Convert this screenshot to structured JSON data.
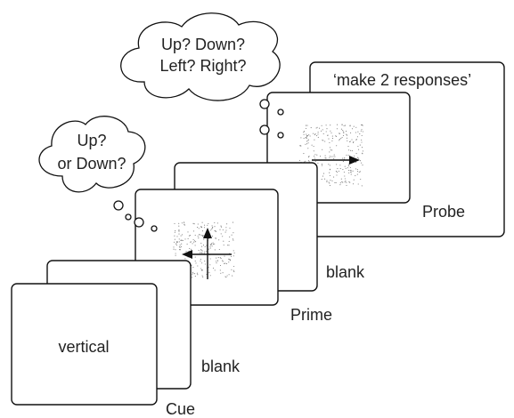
{
  "frames": {
    "cue": {
      "text": "vertical",
      "caption": "Cue"
    },
    "blank1": {
      "caption": "blank"
    },
    "prime": {
      "caption": "Prime"
    },
    "blank2": {
      "caption": "blank"
    },
    "probe": {
      "caption": "Probe"
    },
    "probe_back": {
      "text": "‘make 2 responses’"
    }
  },
  "thoughts": {
    "prime": {
      "line1": "Up?",
      "line2": "or Down?"
    },
    "probe": {
      "line1": "Up? Down?",
      "line2": "Left? Right?"
    }
  },
  "colors": {
    "ink": "#111111",
    "text": "#222222",
    "dots": "#777777",
    "background": "#ffffff"
  }
}
